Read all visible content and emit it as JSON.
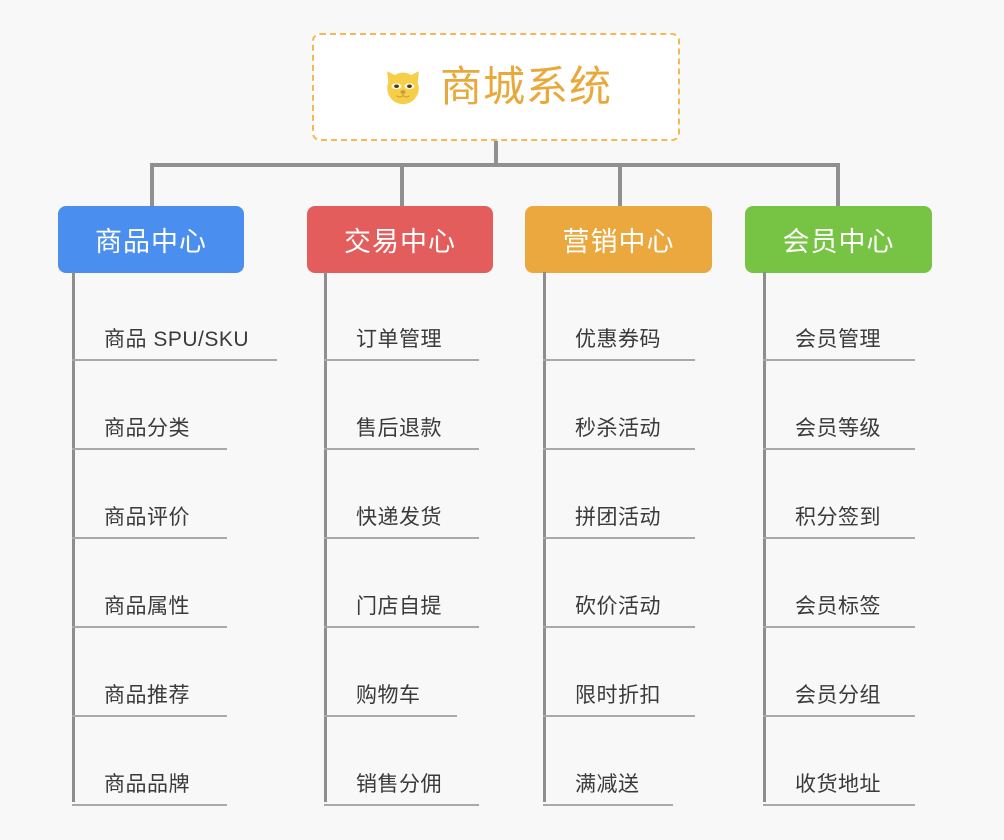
{
  "background_color": "#f8f8f8",
  "root": {
    "title": "商城系统",
    "icon": "shiba-dog-face-icon",
    "text_color": "#e8a93a",
    "border_color": "#f2b955",
    "background_color": "#ffffff"
  },
  "connector_color": "#909090",
  "spine_color": "#8e8e8e",
  "underline_color": "#a9a9a9",
  "leaf_text_color": "#3a3a3a",
  "categories": [
    {
      "label": "商品中心",
      "color": "#4a8ef0",
      "items": [
        "商品 SPU/SKU",
        "商品分类",
        "商品评价",
        "商品属性",
        "商品推荐",
        "商品品牌"
      ]
    },
    {
      "label": "交易中心",
      "color": "#e45d5d",
      "items": [
        "订单管理",
        "售后退款",
        "快递发货",
        "门店自提",
        "购物车",
        "销售分佣"
      ]
    },
    {
      "label": "营销中心",
      "color": "#eaa83e",
      "items": [
        "优惠券码",
        "秒杀活动",
        "拼团活动",
        "砍价活动",
        "限时折扣",
        "满减送"
      ]
    },
    {
      "label": "会员中心",
      "color": "#77c343",
      "items": [
        "会员管理",
        "会员等级",
        "积分签到",
        "会员标签",
        "会员分组",
        "收货地址"
      ]
    }
  ]
}
